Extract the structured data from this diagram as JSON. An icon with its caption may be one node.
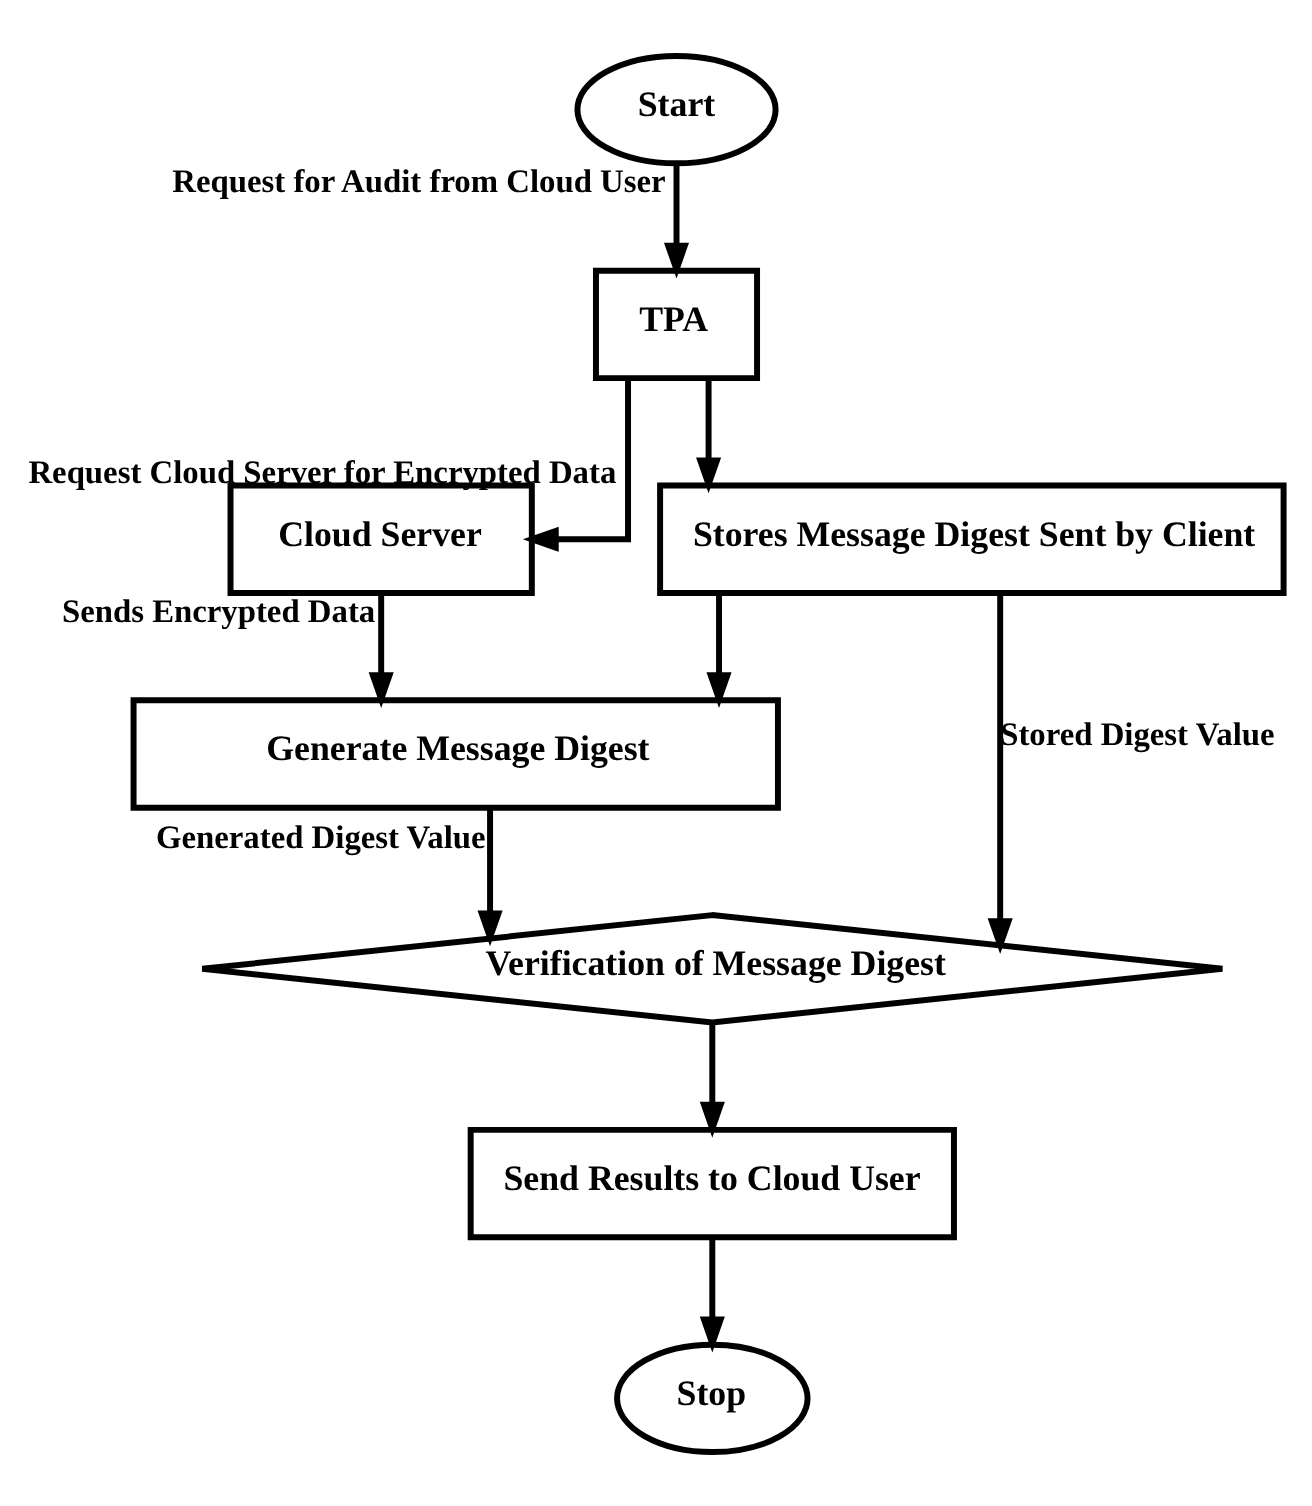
{
  "diagram": {
    "nodes": [
      {
        "text": [
          "Start"
        ]
      },
      {
        "text": [
          "TPA"
        ]
      },
      {
        "text": [
          "Stores Message Digest Sent by Client"
        ]
      },
      {
        "text": [
          "Cloud Server"
        ]
      },
      {
        "text": [
          "Generate Message Digest"
        ]
      },
      {
        "text": [
          "Verification of Message Digest"
        ]
      },
      {
        "text": [
          "Send Results to Cloud User"
        ]
      },
      {
        "text": [
          "Stop"
        ]
      }
    ],
    "edges": [
      {
        "from": 0,
        "to": 1,
        "arrow": "to",
        "label": "Request for Audit from Cloud User"
      },
      {
        "from": 1,
        "to": 3,
        "arrow": "to",
        "label": "Request Cloud Server for Encrypted Data"
      },
      {
        "from": 1,
        "to": 2,
        "arrow": "to"
      },
      {
        "from": 2,
        "to": 4,
        "arrow": "to"
      },
      {
        "from": 3,
        "to": 4,
        "arrow": "to",
        "label": "Sends Encrypted Data"
      },
      {
        "from": 4,
        "to": 5,
        "arrow": "to",
        "label": "Generated Digest Value"
      },
      {
        "from": 2,
        "to": 5,
        "arrow": "to",
        "label": "Stored Digest Value"
      },
      {
        "from": 5,
        "to": 6,
        "arrow": "to"
      },
      {
        "from": 6,
        "to": 7,
        "arrow": "to"
      }
    ]
  }
}
